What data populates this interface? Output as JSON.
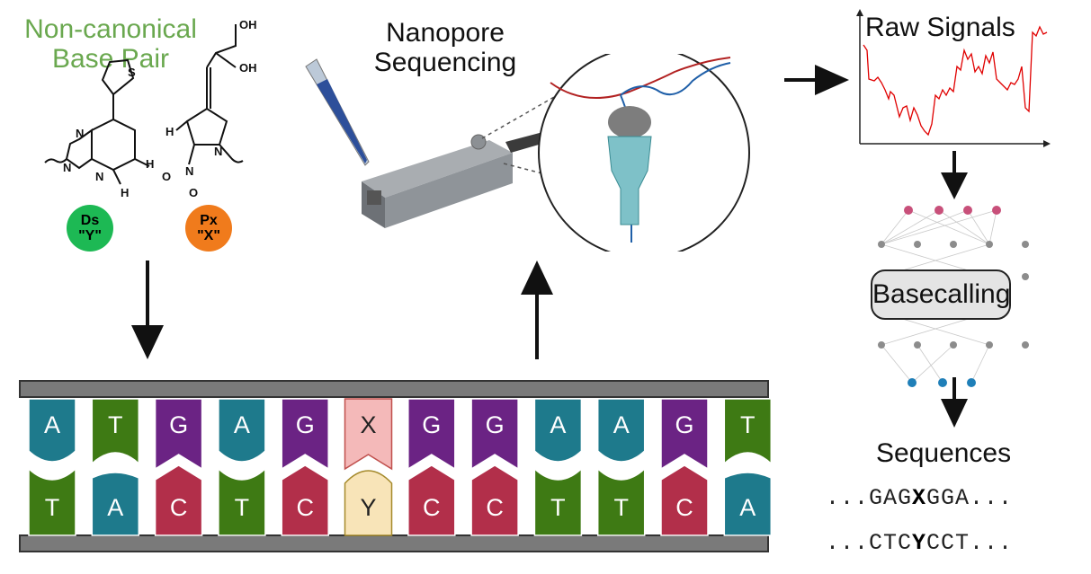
{
  "titles": {
    "base_pair_line1": "Non-canonical",
    "base_pair_line2": "Base Pair",
    "nanopore_line1": "Nanopore",
    "nanopore_line2": "Sequencing",
    "raw_signals": "Raw Signals",
    "basecalling": "Basecalling",
    "sequences": "Sequences"
  },
  "molecule_labels": {
    "oh1": "OH",
    "oh2": "OH",
    "s": "S",
    "n1": "N",
    "n2": "N",
    "n3": "N",
    "n4": "N",
    "h1": "H",
    "h2": "H",
    "h3": "H",
    "o_minus": "O",
    "n_plus": "N",
    "o_bottom": "O"
  },
  "badges": {
    "ds": {
      "line1": "Ds",
      "line2": "\"Y\"",
      "color": "#1db954"
    },
    "px": {
      "line1": "Px",
      "line2": "\"X\"",
      "color": "#f07b1c"
    }
  },
  "strand_top": [
    "A",
    "T",
    "G",
    "A",
    "G",
    "X",
    "G",
    "G",
    "A",
    "A",
    "G",
    "T"
  ],
  "strand_bottom": [
    "T",
    "A",
    "C",
    "T",
    "C",
    "Y",
    "C",
    "C",
    "T",
    "T",
    "C",
    "A"
  ],
  "base_colors": {
    "A": "#1e7a8c",
    "T": "#3e7a14",
    "G": "#6b2384",
    "C": "#b22f4a",
    "X": "#f4b9b9",
    "Y": "#f8e4b8"
  },
  "sequences": {
    "line1_prefix": "...GAG",
    "line1_bold": "X",
    "line1_suffix": "GGA...",
    "line2_prefix": "...CTC",
    "line2_bold": "Y",
    "line2_suffix": "CCT..."
  }
}
